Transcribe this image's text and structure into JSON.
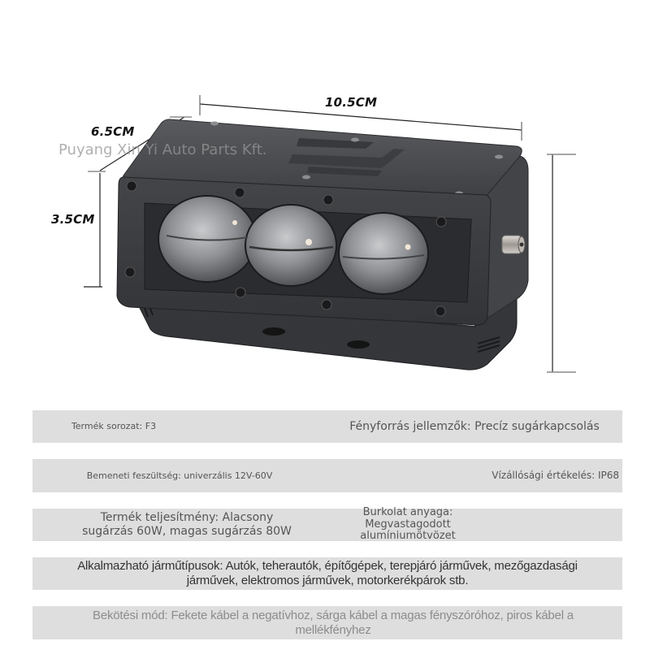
{
  "product": {
    "image_alt": "Black triple-lens LED projector auxiliary light with mounting bracket",
    "watermark": "Puyang Xin Yi Auto Parts Kft.",
    "dimensions": {
      "width_label": "10.5CM",
      "depth_label": "6.5CM",
      "height_label": "3.5CM"
    },
    "colors": {
      "housing": "#3e3f41",
      "housing_dark": "#2a2b2d",
      "lens": "#8d8f93",
      "connector": "#b9b4ad"
    }
  },
  "specs": [
    {
      "row": 1,
      "left": "Termék sorozat: F3",
      "right": "Fényforrás jellemzők: Precíz sugárkapcsolás"
    },
    {
      "row": 2,
      "left": "Bemeneti feszültség: univerzális 12V-60V",
      "right": "Vízállósági értékelés: IP68"
    },
    {
      "row": 3,
      "left": "Termék teljesítmény: Alacsony sugárzás 60W, magas sugárzás 80W",
      "right": "Burkolat anyaga: Megvastagodott alumíniumötvözet"
    },
    {
      "row": 4,
      "full": "Alkalmazható járműtípusok: Autók, teherautók, építőgépek, terepjáró járművek, mezőgazdasági járművek, elektromos járművek, motorkerékpárok stb."
    },
    {
      "row": 5,
      "full": "Bekötési mód: Fekete kábel a negatívhoz, sárga kábel a magas fényszóróhoz, piros kábel a mellékfényhez"
    }
  ],
  "spec_bar_color": "#dedede"
}
